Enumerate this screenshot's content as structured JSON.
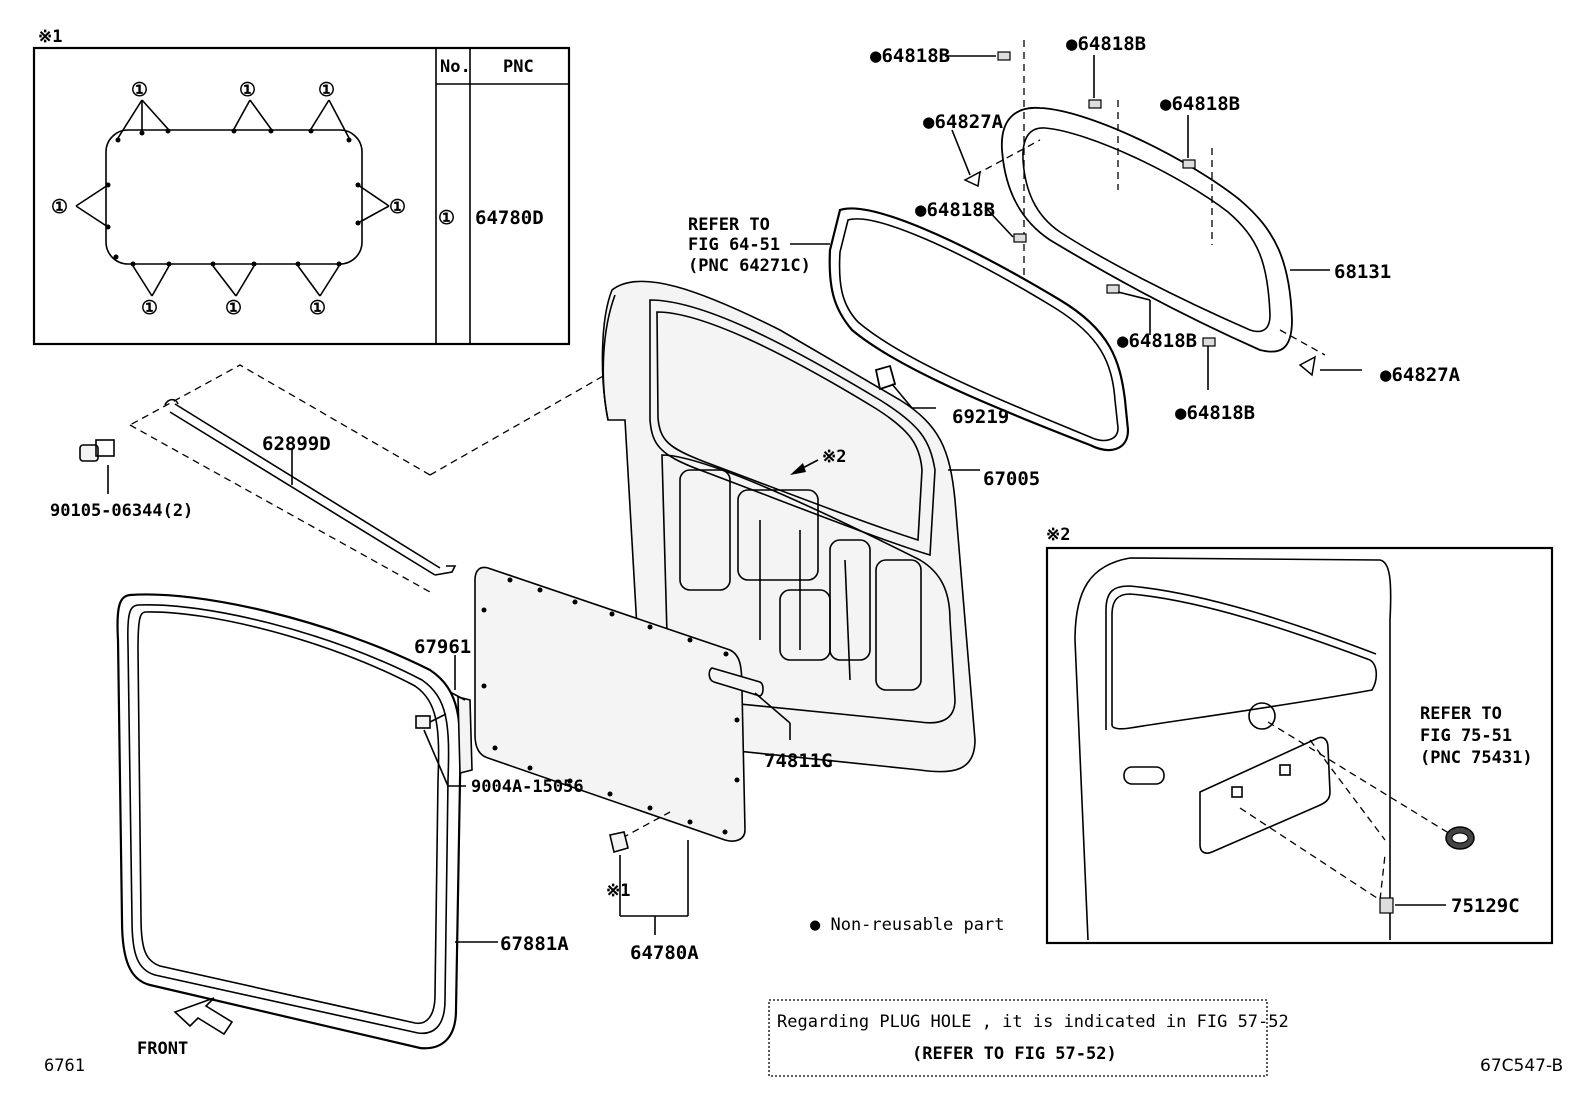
{
  "inset1": {
    "mark": "※1",
    "table_header_no": "No.",
    "table_header_pnc": "PNC",
    "row_no": "①",
    "row_pnc": "64780D",
    "callout": "①"
  },
  "inset2": {
    "mark": "※2"
  },
  "labels": {
    "p64818B_1": "●64818B",
    "p64818B_2": "●64818B",
    "p64818B_3": "●64818B",
    "p64818B_4": "●64818B",
    "p64818B_5": "●64818B",
    "p64818B_6": "●64818B",
    "p64827A_1": "●64827A",
    "p64827A_2": "●64827A",
    "p68131": "68131",
    "p69219": "69219",
    "p67005": "67005",
    "p62899D": "62899D",
    "p90105": "90105-06344(2)",
    "p67961": "67961",
    "p9004A": "9004A-15056",
    "p74811G": "74811G",
    "p64780A": "64780A",
    "p67881A": "67881A",
    "p75129C": "75129C",
    "clip_mark": "※1",
    "door_mark": "※2"
  },
  "refer_glass": [
    "REFER TO",
    "FIG 64-51",
    "(PNC 64271C)"
  ],
  "refer_emblem": [
    "REFER TO",
    "FIG 75-51",
    "(PNC 75431)"
  ],
  "legend": {
    "text": "● Non-reusable part"
  },
  "note": {
    "line1": "Regarding PLUG HOLE , it is indicated in FIG 57-52",
    "line2": "(REFER TO FIG 57-52)"
  },
  "front": "FRONT",
  "page_code": "6761",
  "figure_code": "67C547-B"
}
